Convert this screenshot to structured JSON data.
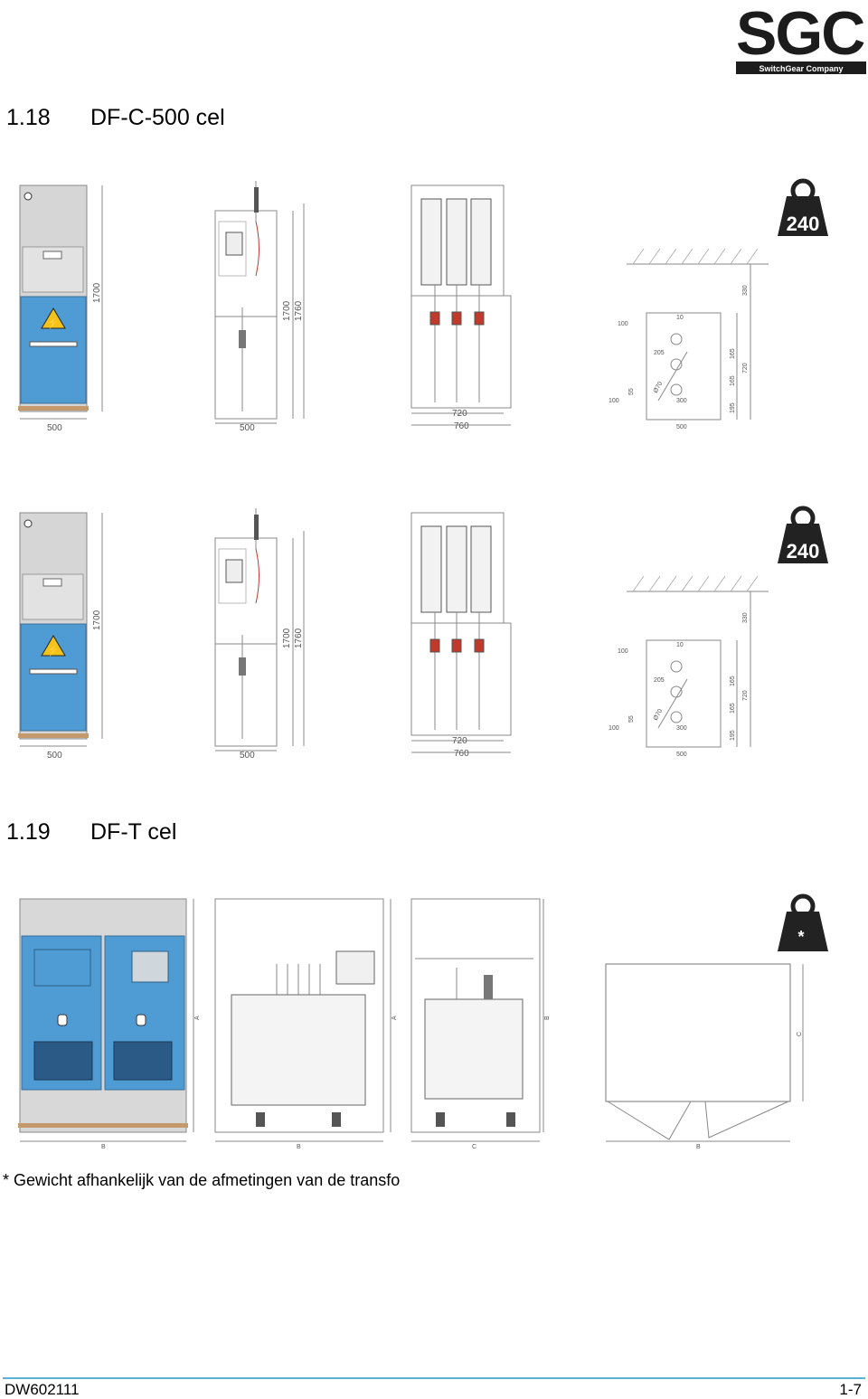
{
  "logo": {
    "letters": "SGC",
    "tagline": "SwitchGear Company"
  },
  "section1": {
    "number": "1.18",
    "title": "DF-C-500 cel"
  },
  "section2": {
    "number": "1.19",
    "title": "DF-T cel"
  },
  "drawings_c500": {
    "front": {
      "width": "500",
      "height": "1700"
    },
    "side": {
      "width": "500",
      "h1": "1700",
      "h2": "1760"
    },
    "back": {
      "w1": "720",
      "w2": "760"
    },
    "plan": {
      "d100a": "100",
      "d10": "10",
      "d205": "205",
      "d55": "55",
      "d100b": "100",
      "d300": "300",
      "d500": "500",
      "d330": "330",
      "d165a": "165",
      "d165b": "165",
      "d195": "195",
      "d720": "720",
      "bolt": "Ø70"
    },
    "weight": "240"
  },
  "drawings_t": {
    "weight": "*",
    "front_b": "B",
    "front_a": "A",
    "side_b": "B",
    "side_a": "A",
    "side2_c": "C",
    "side2_b": "B",
    "plan_b": "B",
    "plan_c": "C"
  },
  "footnote": "* Gewicht afhankelijk van de afmetingen van de transfo",
  "footer": {
    "doc_id": "DW602111",
    "page": "1-7"
  },
  "colors": {
    "panel_blue": "#4f9bd3",
    "accent_line": "#5ab3d6",
    "logo_blue": "#2ea3d6",
    "weight_bg": "#222222"
  }
}
